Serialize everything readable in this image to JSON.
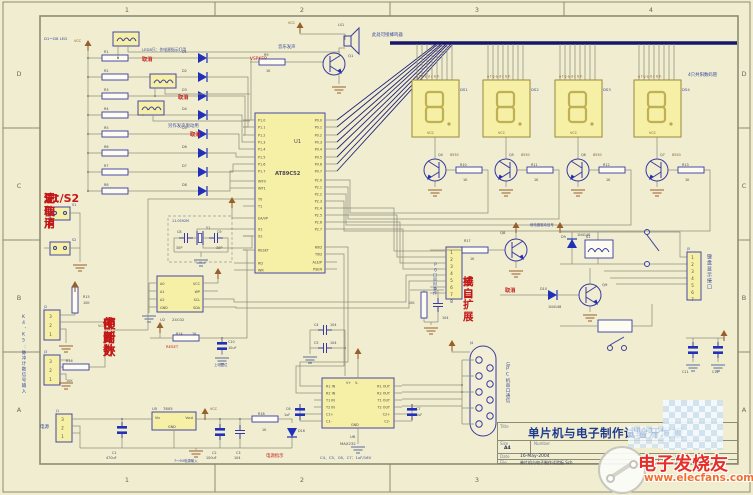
{
  "colors": {
    "paper": "#f0edd0",
    "wire": "#8e8e7c",
    "component_blue": "#3a3aa0",
    "diode_blue": "#2030b8",
    "component_fill": "#f6efa6",
    "annotation_red": "#c31818",
    "bus_navy": "#16166a",
    "watermark_red": "#e62e28"
  },
  "labels": {
    "vcc": "VCC"
  },
  "frame": {
    "top_zones": [
      "1",
      "2",
      "3",
      "4"
    ],
    "bottom_zones": [
      "1",
      "2",
      "3",
      "4"
    ],
    "left_zones": [
      "D",
      "C",
      "B",
      "A"
    ],
    "right_zones": [
      "D",
      "C",
      "B",
      "A"
    ]
  },
  "notes": {
    "s1s2_lines": [
      "注：",
      "S1/S2",
      "无使用",
      "现取消"
    ],
    "ext_int_lines": [
      "使用外",
      "部计数",
      "中断"
    ],
    "expand_lines": [
      "或自扩展",
      "接口"
    ],
    "cancel": "取消",
    "led_header": "D1～D8 LED",
    "led_note": "LED8只：作电源指示灯用",
    "alt_note": "另作发声驱动用",
    "music": "音乐发声",
    "vspker": "VSPKER",
    "buzzer_note": "此处可接蜂鸣器",
    "seg_note": "4只共阳数码管",
    "p0_note": "P0口同时兼作",
    "reset_net": "RESET",
    "reset_note": "上电复位",
    "counter_input": "K4、K5：脉冲计数信号输入",
    "keyboard": "键盘显示接口",
    "serial": "与PC机串口通信",
    "power_in": "电源",
    "power_led": "电源指示",
    "power_note": "7～9V电源输入",
    "cap_note": "C4、C5、C6、C7：1uF/16V",
    "drive_note": "继电器驱动信号"
  },
  "mcu": {
    "ref": "U1",
    "part": "AT89C52",
    "left_pins": [
      "P1.0",
      "P1.1",
      "P1.2",
      "P1.3",
      "P1.4",
      "P1.5",
      "P1.6",
      "P1.7",
      "INT0",
      "INT1",
      "T0",
      "T1",
      "EA/VP",
      "X1",
      "X2",
      "RESET",
      "RD",
      "WR"
    ],
    "right_pins": [
      "P0.0",
      "P0.1",
      "P0.2",
      "P0.3",
      "P0.4",
      "P0.5",
      "P0.6",
      "P0.7",
      "P2.0",
      "P2.1",
      "P2.2",
      "P2.3",
      "P2.4",
      "P2.5",
      "P2.6",
      "P2.7",
      "RXD",
      "TXD",
      "ALE/P",
      "PSEN"
    ]
  },
  "leds": {
    "r": [
      "R1",
      "R2",
      "R3",
      "R4",
      "R5",
      "R6",
      "R7",
      "R8"
    ],
    "d": [
      "D1",
      "D2",
      "D3",
      "D4",
      "D5",
      "D6",
      "D7",
      "D8"
    ]
  },
  "switches": {
    "s1": "S1",
    "s2": "S2"
  },
  "counter": {
    "j2": "J2",
    "j3": "J3",
    "r15": "R15",
    "r16": "R16",
    "rv": "10K",
    "digits": "321"
  },
  "eeprom": {
    "ref": "U2",
    "part": "24C02",
    "left": [
      "A0",
      "A1",
      "A2",
      "GND"
    ],
    "right": [
      "VCC",
      "WP",
      "SCL",
      "SDA"
    ]
  },
  "crystal": {
    "ref": "Y1",
    "val": "11.0592M",
    "c8": "C8",
    "c9": "C9",
    "cv": "30P"
  },
  "reset": {
    "r": "R14",
    "rv": "1K",
    "c": "C10",
    "cv": "10uF"
  },
  "buzzer": {
    "q": "Q1",
    "r": "R9",
    "rv": "1K",
    "ls": "LS1"
  },
  "displays": {
    "refs": [
      "DS1",
      "DS2",
      "DS3",
      "DS4"
    ],
    "pin_row": "a f g e d c b h",
    "q": [
      "Q4",
      "Q5",
      "Q6",
      "Q7"
    ],
    "qpart": "8550",
    "r": [
      "R10",
      "R11",
      "R12",
      "R13"
    ],
    "rv": "1K"
  },
  "expand": {
    "digits": "12345678",
    "rv": "10K",
    "cv": "104"
  },
  "relay": {
    "q8": "Q8",
    "q9": "Q9",
    "r17": "R17",
    "rv": "1K",
    "d9": "D9",
    "d10": "D10",
    "dval": "1N4148",
    "k": "K1",
    "c11": "C11",
    "c12": "C12"
  },
  "j5": {
    "ref": "J5",
    "digits": "1234567"
  },
  "max232": {
    "ref": "U6",
    "part": "MAX232",
    "left": [
      "R1 IN",
      "R2 IN",
      "T1 IN",
      "T2 IN",
      "C1+",
      "C1-"
    ],
    "right": [
      "R1 OUT",
      "R2 OUT",
      "T1 OUT",
      "T2 OUT",
      "C2+",
      "C2-"
    ],
    "vplus": "V+",
    "vminus": "V-",
    "gnd": "GND",
    "c4": "C4",
    "c5": "C5",
    "c6": "C6",
    "c7": "C7",
    "v104": "104",
    "v1uf": "1uF"
  },
  "db9": {
    "ref": "J4"
  },
  "power": {
    "j1": "J1",
    "digits": "321",
    "u": "U5",
    "part": "7805",
    "vin": "Vin",
    "vout": "Vout",
    "gnd": "GND",
    "c1": "C1",
    "c1v": "470uF",
    "c2": "C2",
    "c2v": "100uF",
    "c3": "C3",
    "c3v": "104",
    "r18": "R18",
    "rv": "1K",
    "d": "D16"
  },
  "title_block": {
    "title_label": "Title",
    "title": "单片机与电子制作试验开发板",
    "size_label": "Size",
    "size": "A4",
    "number_label": "Number",
    "date_label": "Date",
    "date": "16-May-2004",
    "sheet_label": "Sheet of",
    "file_label": "File",
    "file": "单片机与电子制作试验板.Sch",
    "drawn_label": "Drawn By:"
  },
  "watermark": {
    "brand": "电子发烧友",
    "url": "www.elecfans.com"
  }
}
